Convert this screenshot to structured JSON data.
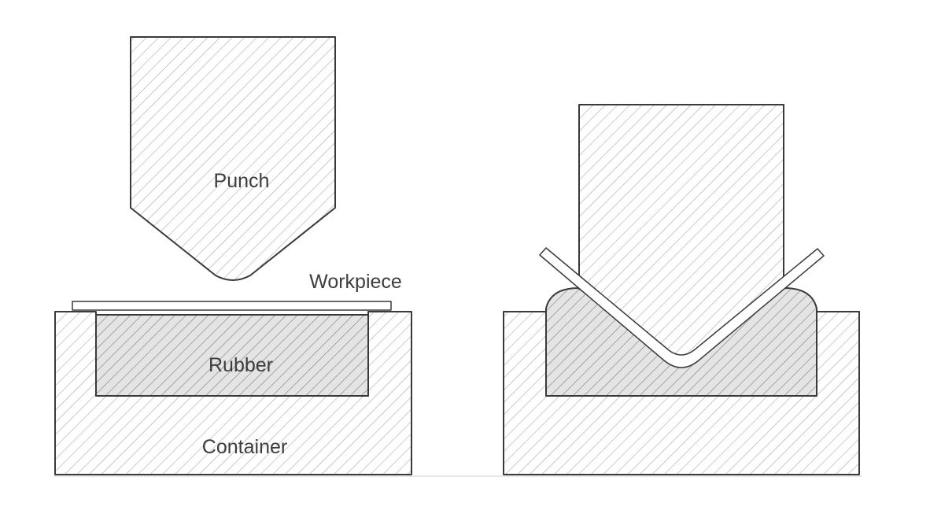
{
  "labels": {
    "punch": "Punch",
    "workpiece": "Workpiece",
    "rubber": "Rubber",
    "container": "Container"
  },
  "colors": {
    "background": "#ffffff",
    "outline": "#3a3a3a",
    "hatch_light": "#a9a9a9",
    "hatch_dark": "#8a8a8a",
    "rubber_fill": "#e4e4e4",
    "workpiece_fill": "#ffffff",
    "label_text": "#3d3d3d"
  }
}
